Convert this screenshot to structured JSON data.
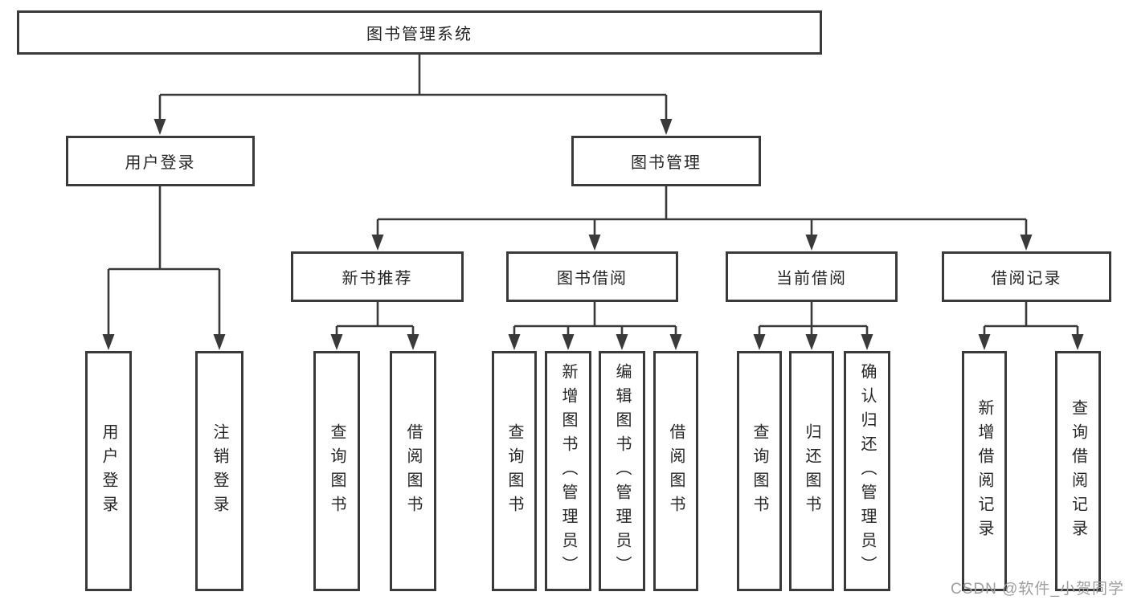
{
  "colors": {
    "line": "#3a3a3a",
    "node_border": "#3a3a3a",
    "text": "#262626",
    "background": "#ffffff",
    "watermark_text": "#9e9e9e"
  },
  "watermark": "CSDN @软件_小贺同学",
  "tree": {
    "label": "图书管理系统",
    "children": [
      {
        "label": "用户登录",
        "children": [
          {
            "label": "用户登录"
          },
          {
            "label": "注销登录"
          }
        ]
      },
      {
        "label": "图书管理",
        "children": [
          {
            "label": "新书推荐",
            "children": [
              {
                "label": "查询图书"
              },
              {
                "label": "借阅图书"
              }
            ]
          },
          {
            "label": "图书借阅",
            "children": [
              {
                "label": "查询图书"
              },
              {
                "label": "新增图书（管理员）"
              },
              {
                "label": "编辑图书（管理员）"
              },
              {
                "label": "借阅图书"
              }
            ]
          },
          {
            "label": "当前借阅",
            "children": [
              {
                "label": "查询图书"
              },
              {
                "label": "归还图书"
              },
              {
                "label": "确认归还（管理员）"
              }
            ]
          },
          {
            "label": "借阅记录",
            "children": [
              {
                "label": "新增借阅记录"
              },
              {
                "label": "查询借阅记录"
              }
            ]
          }
        ]
      }
    ]
  }
}
